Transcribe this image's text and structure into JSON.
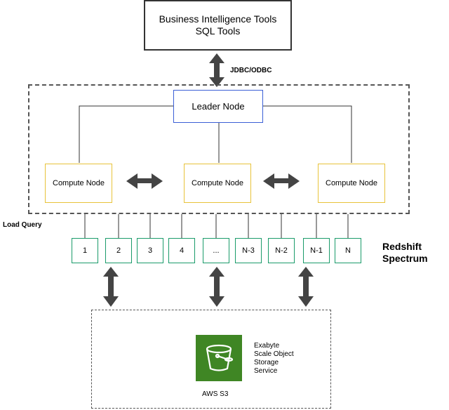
{
  "client": {
    "line1": "Business Intelligence Tools",
    "line2": "SQL Tools"
  },
  "connection_label": "JDBC/ODBC",
  "leader_node": "Leader Node",
  "compute_nodes": [
    "Compute Node",
    "Compute Node",
    "Compute Node"
  ],
  "load_query_label": "Load Query",
  "spectrum": {
    "title_line1": "Redshift",
    "title_line2": "Spectrum",
    "nodes": [
      "1",
      "2",
      "3",
      "4",
      "...",
      "N-3",
      "N-2",
      "N-1",
      "N"
    ]
  },
  "s3": {
    "name": "AWS S3",
    "description": [
      "Exabyte",
      "Scale Object",
      "Storage",
      "Service"
    ],
    "icon": "s3-bucket-icon",
    "icon_color": "#3f8624"
  },
  "colors": {
    "leader_border": "#3b5fd6",
    "compute_border": "#e8c33a",
    "spectrum_border": "#1a9b6a",
    "arrow_fill": "#444444"
  }
}
